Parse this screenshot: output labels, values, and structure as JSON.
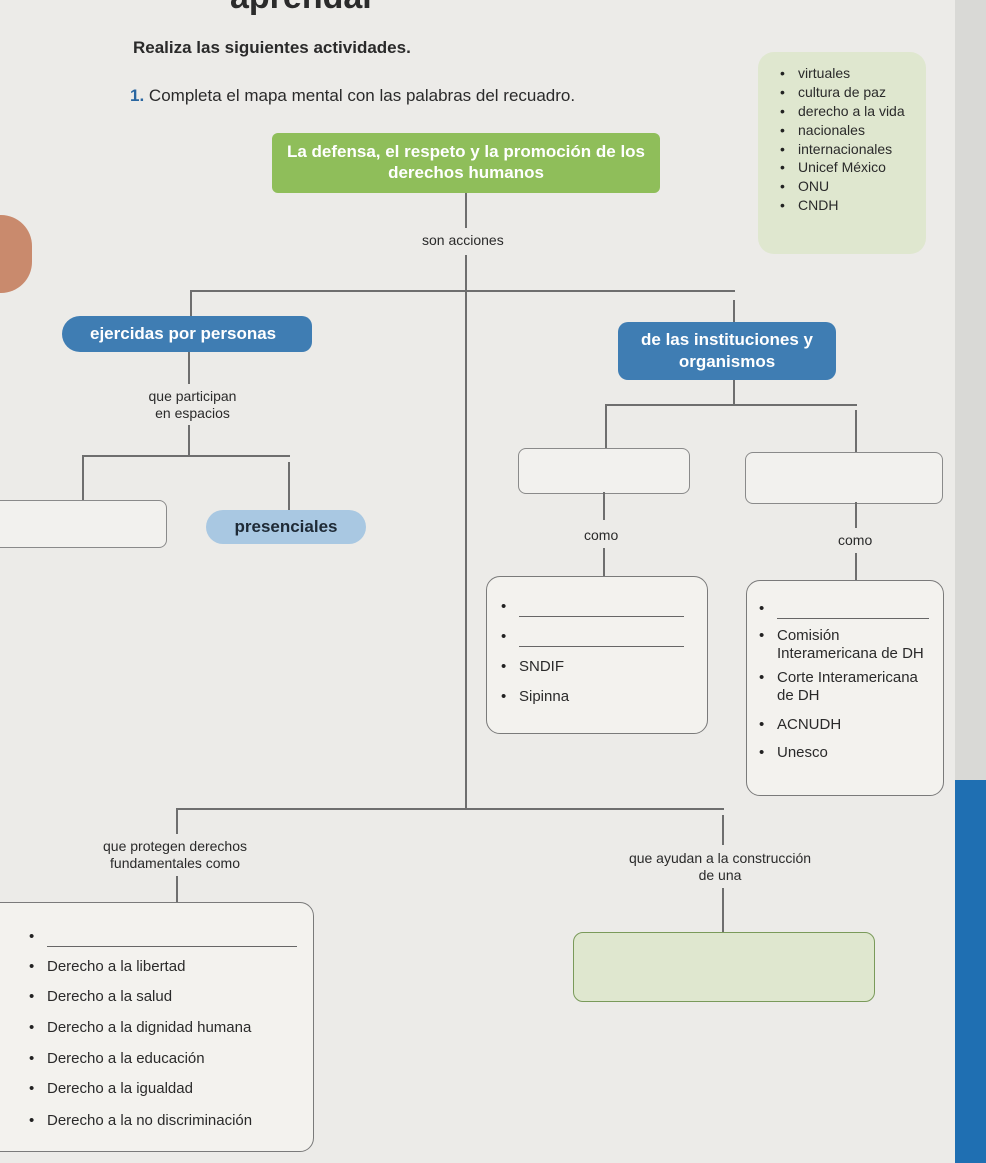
{
  "header": {
    "top_fragment": "aprendar",
    "instruction": "Realiza las siguientes actividades.",
    "activity_number": "1.",
    "activity_text": "Completa el mapa mental con las palabras del recuadro."
  },
  "word_bank": [
    "virtuales",
    "cultura de paz",
    "derecho a la vida",
    "nacionales",
    "internacionales",
    "Unicef México",
    "ONU",
    "CNDH"
  ],
  "map": {
    "root": "La defensa, el respeto y la promoción de los derechos humanos",
    "root_link": "son acciones",
    "left_node": "ejercidas por personas",
    "left_link": "que participan en espacios",
    "presenciales": "presenciales",
    "right_node": "de las instituciones y organismos",
    "como_left": "como",
    "como_right": "como",
    "national_list": [
      "",
      "",
      "SNDIF",
      "Sipinna"
    ],
    "international_list": [
      "",
      "Comisión Interamericana de DH",
      "Corte Interamericana de DH",
      "ACNUDH",
      "Unesco"
    ],
    "bottom_left_link": "que protegen derechos fundamentales como",
    "rights_list": [
      "",
      "Derecho a la libertad",
      "Derecho a la salud",
      "Derecho a la dignidad humana",
      "Derecho a la educación",
      "Derecho a la igualdad",
      "Derecho a la no discriminación"
    ],
    "bottom_right_link": "que ayudan a la construcción de una"
  },
  "colors": {
    "green": "#8fbe5a",
    "blue": "#3f7db3",
    "page": "#ecebe8",
    "right_edge": "#1f6fb2"
  }
}
